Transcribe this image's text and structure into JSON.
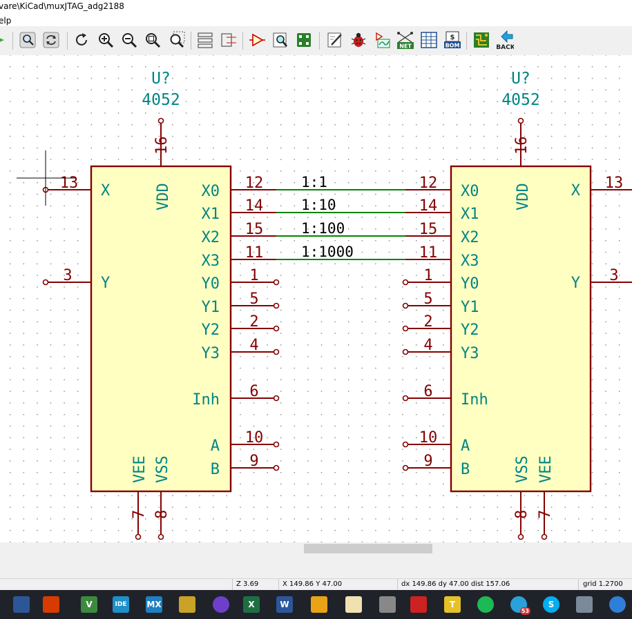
{
  "window": {
    "title": "vare\\KiCad\\muxJTAG_adg2188"
  },
  "menu": {
    "help_label": "elp"
  },
  "toolbar": {
    "items": [
      "run-icon",
      "find-icon",
      "redraw-icon",
      "rotate-icon",
      "zoom-in-icon",
      "zoom-out-icon",
      "zoom-fit-icon",
      "zoom-selection-icon",
      "hierarchy-nav-icon",
      "leave-sheet-icon",
      "add-symbol-icon",
      "symbol-browser-icon",
      "footprint-assign-icon",
      "annotate-icon",
      "erc-icon",
      "simulator-icon",
      "netlist-icon",
      "spreadsheet-icon",
      "bom-icon",
      "pcbnew-icon",
      "back-icon"
    ],
    "net_label": "NET",
    "bom_label": "BOM",
    "back_label": "BACK"
  },
  "schematic": {
    "colors": {
      "body_fill": "#ffffc2",
      "body_stroke": "#840000",
      "pin": "#840000",
      "field": "#008484",
      "wire": "#008400",
      "label": "#000000"
    },
    "symbols": [
      {
        "ref": "U?",
        "value": "4052",
        "pins": {
          "vdd": {
            "num": "16",
            "name": "VDD"
          },
          "x": {
            "num": "13",
            "name": "X"
          },
          "y": {
            "num": "3",
            "name": "Y"
          },
          "x0": {
            "num": "12",
            "name": "X0"
          },
          "x1": {
            "num": "14",
            "name": "X1"
          },
          "x2": {
            "num": "15",
            "name": "X2"
          },
          "x3": {
            "num": "11",
            "name": "X3"
          },
          "y0": {
            "num": "1",
            "name": "Y0"
          },
          "y1": {
            "num": "5",
            "name": "Y1"
          },
          "y2": {
            "num": "2",
            "name": "Y2"
          },
          "y3": {
            "num": "4",
            "name": "Y3"
          },
          "inh": {
            "num": "6",
            "name": "Inh"
          },
          "a": {
            "num": "10",
            "name": "A"
          },
          "b": {
            "num": "9",
            "name": "B"
          },
          "vee": {
            "num": "7",
            "name": "VEE"
          },
          "vss": {
            "num": "8",
            "name": "VSS"
          }
        }
      },
      {
        "ref": "U?",
        "value": "4052",
        "pins": {
          "vdd": {
            "num": "16",
            "name": "VDD"
          },
          "x": {
            "num": "13",
            "name": "X"
          },
          "y": {
            "num": "3",
            "name": "Y"
          },
          "x0": {
            "num": "12",
            "name": "X0"
          },
          "x1": {
            "num": "14",
            "name": "X1"
          },
          "x2": {
            "num": "15",
            "name": "X2"
          },
          "x3": {
            "num": "11",
            "name": "X3"
          },
          "y0": {
            "num": "1",
            "name": "Y0"
          },
          "y1": {
            "num": "5",
            "name": "Y1"
          },
          "y2": {
            "num": "2",
            "name": "Y2"
          },
          "y3": {
            "num": "4",
            "name": "Y3"
          },
          "inh": {
            "num": "6",
            "name": "Inh"
          },
          "a": {
            "num": "10",
            "name": "A"
          },
          "b": {
            "num": "9",
            "name": "B"
          },
          "vss": {
            "num": "8",
            "name": "VSS"
          },
          "vee": {
            "num": "7",
            "name": "VEE"
          }
        }
      }
    ],
    "net_labels": [
      "1:1",
      "1:10",
      "1:100",
      "1:1000"
    ]
  },
  "status": {
    "zoom": "Z 3.69",
    "cursor": "X 149.86  Y 47.00",
    "delta": "dx 149.86  dy 47.00  dist 157.06",
    "grid": "grid 1.2700"
  },
  "taskbar": {
    "items": [
      {
        "name": "save-app-icon",
        "label": "",
        "color": "#2b5797"
      },
      {
        "name": "settings-app-icon",
        "label": "",
        "color": "#d83b01"
      },
      {
        "name": "vs-app-icon",
        "label": "V",
        "color": "#3c8a3c"
      },
      {
        "name": "ide-app-icon",
        "label": "IDE",
        "color": "#1e90c8"
      },
      {
        "name": "mx-app-icon",
        "label": "MX",
        "color": "#1f7fbf"
      },
      {
        "name": "altium-app-icon",
        "label": "",
        "color": "#c9a227"
      },
      {
        "name": "github-app-icon",
        "label": "",
        "color": "#6e40c9"
      },
      {
        "name": "excel-app-icon",
        "label": "X",
        "color": "#1d6f42"
      },
      {
        "name": "word-app-icon",
        "label": "W",
        "color": "#2b579a"
      },
      {
        "name": "windows-app-icon",
        "label": "",
        "color": "#e8a317"
      },
      {
        "name": "kicad-app-icon",
        "label": "",
        "color": "#efe2b0"
      },
      {
        "name": "tools-app-icon",
        "label": "",
        "color": "#888888"
      },
      {
        "name": "vpn-app-icon",
        "label": "",
        "color": "#cc2222"
      },
      {
        "name": "terminal-app-icon",
        "label": "T",
        "color": "#e6c229"
      },
      {
        "name": "spotify-app-icon",
        "label": "",
        "color": "#1db954"
      },
      {
        "name": "telegram-app-icon",
        "label": "",
        "color": "#2aa1da"
      },
      {
        "name": "skype-app-icon",
        "label": "S",
        "color": "#00aff0"
      },
      {
        "name": "remote-app-icon",
        "label": "",
        "color": "#7a8a99"
      },
      {
        "name": "edge-app-icon",
        "label": "",
        "color": "#2f7fd8"
      }
    ],
    "telegram_badge": "53"
  }
}
